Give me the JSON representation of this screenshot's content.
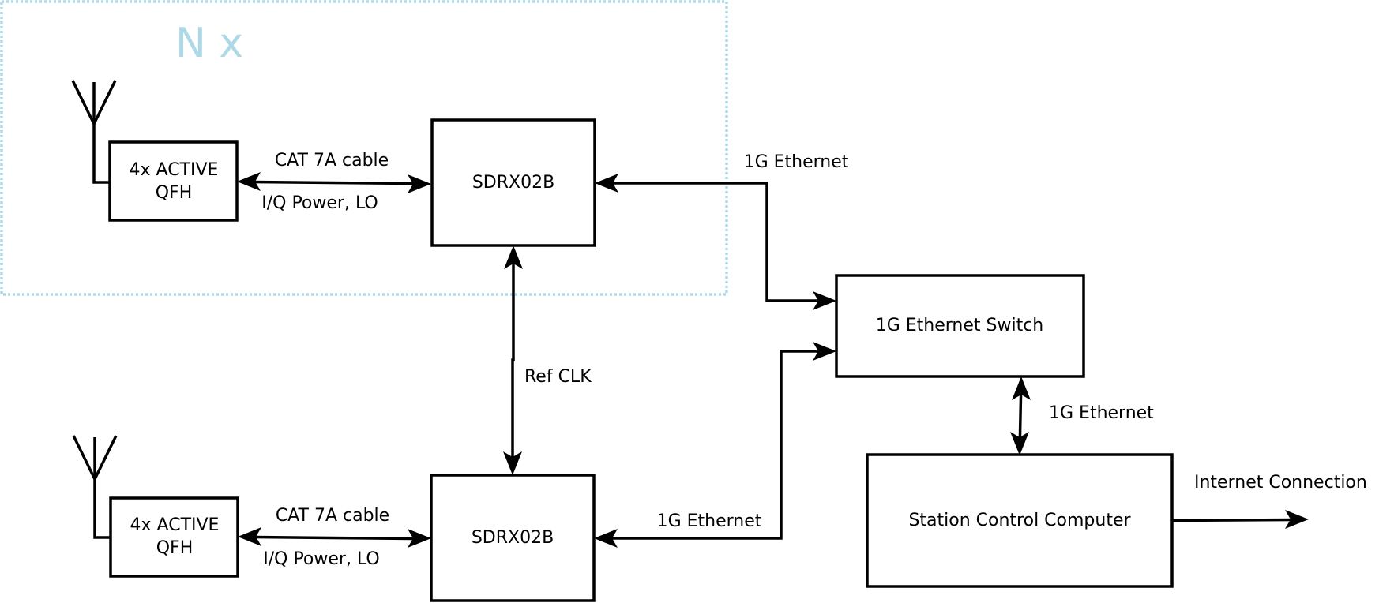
{
  "colors": {
    "group_border": "#add8e6",
    "group_label": "#add8e6",
    "stroke": "#000000",
    "background": "#ffffff"
  },
  "group": {
    "label": "N x"
  },
  "blocks": {
    "qfh_top": {
      "line1": "4x ACTIVE",
      "line2": "QFH"
    },
    "qfh_bottom": {
      "line1": "4x ACTIVE",
      "line2": "QFH"
    },
    "sdr_top": {
      "label": "SDRX02B"
    },
    "sdr_bottom": {
      "label": "SDRX02B"
    },
    "switch": {
      "label": "1G Ethernet Switch"
    },
    "computer": {
      "label": "Station Control Computer"
    }
  },
  "links": {
    "cable_top": {
      "label": "CAT 7A cable",
      "sublabel": "I/Q Power, LO"
    },
    "cable_bottom": {
      "label": "CAT 7A cable",
      "sublabel": "I/Q Power, LO"
    },
    "eth_top": {
      "label": "1G Ethernet"
    },
    "eth_bottom": {
      "label": "1G Ethernet"
    },
    "eth_switch_computer": {
      "label": "1G Ethernet"
    },
    "ref_clk": {
      "label": "Ref CLK"
    },
    "internet": {
      "label": "Internet Connection"
    }
  },
  "icons": [
    "antenna-icon",
    "antenna-icon"
  ]
}
